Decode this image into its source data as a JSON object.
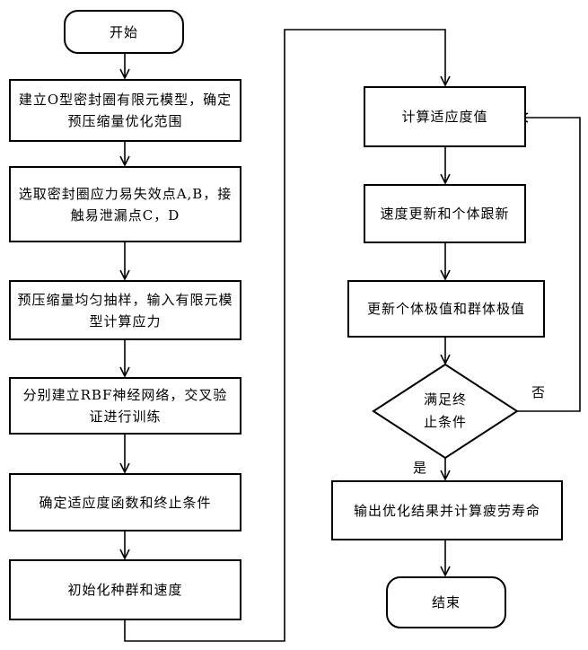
{
  "nodes": {
    "start": "开始",
    "build_model": "建立O型密封圈有限元模型，确定预压缩量优化范围",
    "select_points": "选取密封圈应力易失效点A,B，接触易泄漏点C，D",
    "sampling": "预压缩量均匀抽样，输入有限元模型计算应力",
    "rbf": "分别建立RBF神经网络，交叉验证进行训练",
    "fitness_def": "确定适应度函数和终止条件",
    "init": "初始化种群和速度",
    "calc_fitness": "计算适应度值",
    "update_velocity": "速度更新和个体跟新",
    "update_extrema": "更新个体极值和群体极值",
    "decision_line1": "满足终",
    "decision_line2": "止条件",
    "output": "输出优化结果并计算疲劳寿命",
    "end": "结束"
  },
  "edge_labels": {
    "yes": "是",
    "no": "否"
  }
}
